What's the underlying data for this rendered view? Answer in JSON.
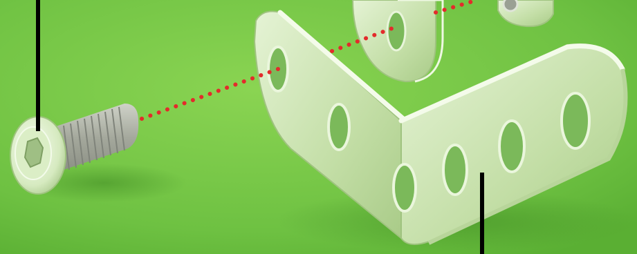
{
  "scene": {
    "description_colors": {
      "background_light": "#8ad452",
      "background_dark": "#5aaf33",
      "part_fill": "#cfe6b6",
      "part_shadow": "#9cc27d",
      "guide_line": "#e32b2b",
      "leader_line": "#000000",
      "bolt_thread": "#a7ab9f"
    },
    "icons": [
      "screw-bolt",
      "angle-bracket",
      "assembly-guide-line"
    ]
  }
}
